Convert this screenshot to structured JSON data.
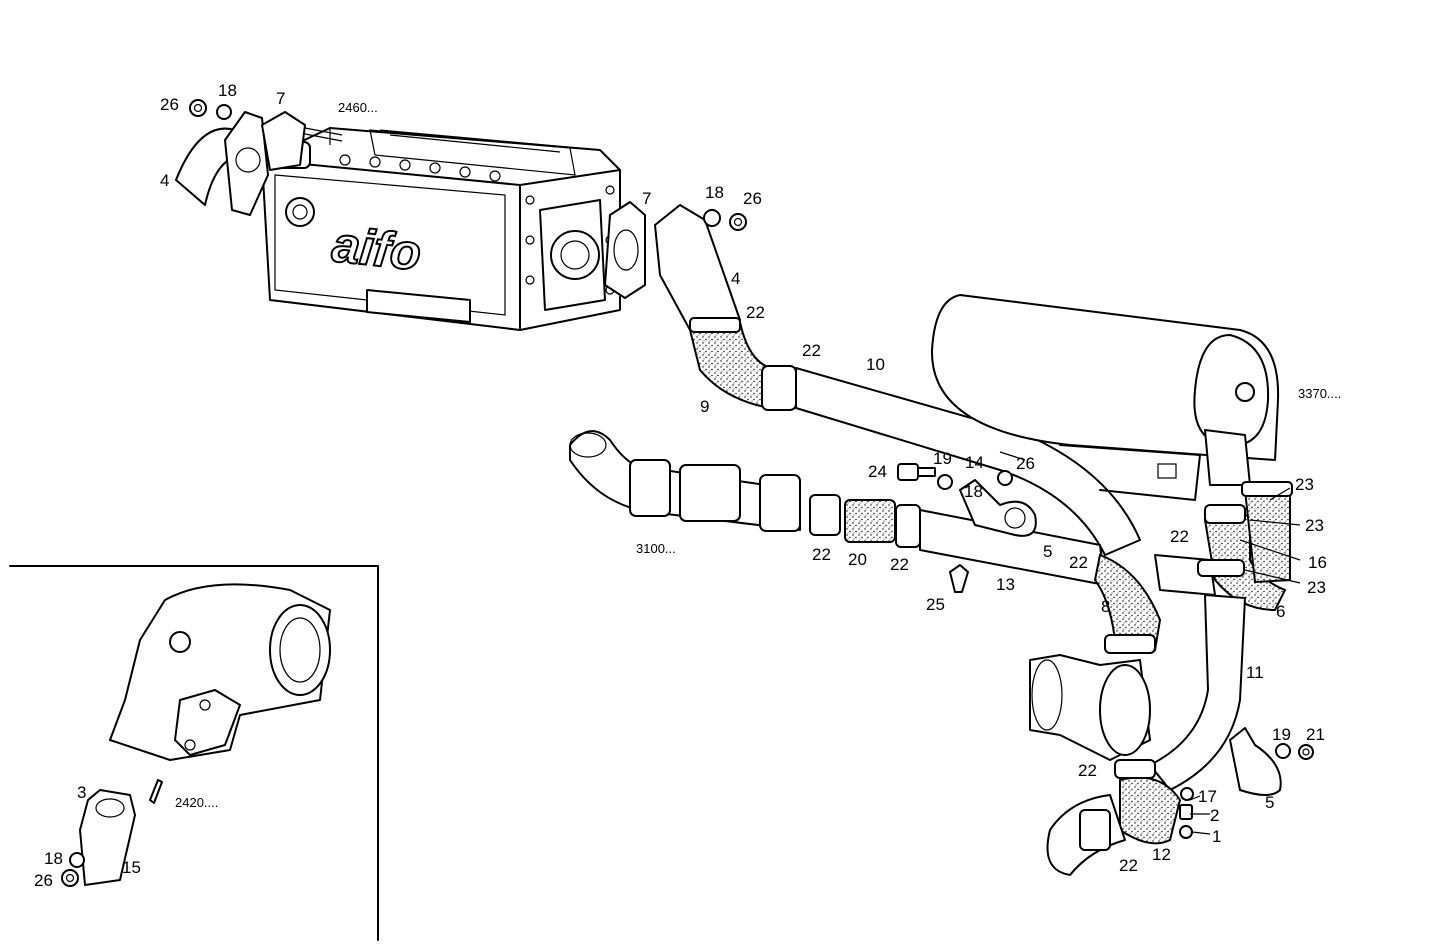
{
  "callouts": {
    "c26a": "26",
    "c18a": "18",
    "c7a": "7",
    "c4a": "4",
    "ref2460": "2460...",
    "c7b": "7",
    "c18b": "18",
    "c26b": "26",
    "c4b": "4",
    "c22a": "22",
    "c22b": "22",
    "c10": "10",
    "c9": "9",
    "ref3370": "3370....",
    "c24": "24",
    "c19a": "19",
    "c14": "14",
    "c26c": "26",
    "c18c": "18",
    "c23a": "23",
    "c23b": "23",
    "c22c": "22",
    "c16": "16",
    "c23c": "23",
    "ref3100": "3100...",
    "c22d": "22",
    "c20": "20",
    "c22e": "22",
    "c5a": "5",
    "c22f": "22",
    "c13": "13",
    "c25": "25",
    "c8": "8",
    "c6": "6",
    "c11": "11",
    "c19b": "19",
    "c21": "21",
    "c22g": "22",
    "c17": "17",
    "c2": "2",
    "c1": "1",
    "c5b": "5",
    "c12": "12",
    "c22h": "22",
    "c3": "3",
    "ref2420": "2420....",
    "c18d": "18",
    "c26d": "26",
    "c15": "15"
  },
  "logo_text": "aifo"
}
